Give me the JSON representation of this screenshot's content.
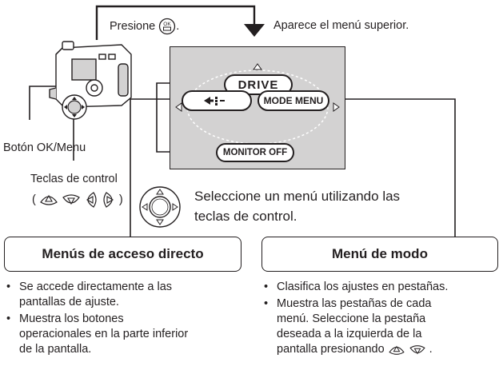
{
  "top": {
    "press_label": "Presione",
    "press_suffix": ".",
    "top_menu_appears": "Aparece el menú superior."
  },
  "screen": {
    "drive": "DRIVE",
    "mode_menu": "MODE MENU",
    "monitor_off": "MONITOR OFF"
  },
  "camera": {
    "ok_button_label": "Botón OK/Menu",
    "control_keys_label": "Teclas de control",
    "open_paren": "(",
    "close_paren": ")"
  },
  "instruction": {
    "line1": "Seleccione un menú utilizando las",
    "line2": "teclas de control."
  },
  "shortcut": {
    "heading": "Menús de acceso directo",
    "bullets": [
      [
        "Se accede directamente a las",
        "pantallas de ajuste."
      ],
      [
        "Muestra los botones",
        "operacionales en la parte inferior",
        "de la pantalla."
      ]
    ]
  },
  "mode": {
    "heading": "Menú de modo",
    "bullet1": [
      "Clasifica los ajustes en pestañas."
    ],
    "bullet2_lines": [
      "Muestra las pestañas de cada",
      "menú. Seleccione la pestaña",
      "deseada a la izquierda de la"
    ],
    "bullet2_last": "pantalla presionando",
    "bullet2_end": "."
  },
  "colors": {
    "screen_bg": "#d3d2d2",
    "ink": "#231f20"
  },
  "icons": [
    "ok-button-icon",
    "down-arrow-icon",
    "camera-icon",
    "arrow-pad-icon",
    "flash-icon",
    "up-key-icon",
    "down-key-icon",
    "left-key-icon",
    "right-key-icon"
  ]
}
